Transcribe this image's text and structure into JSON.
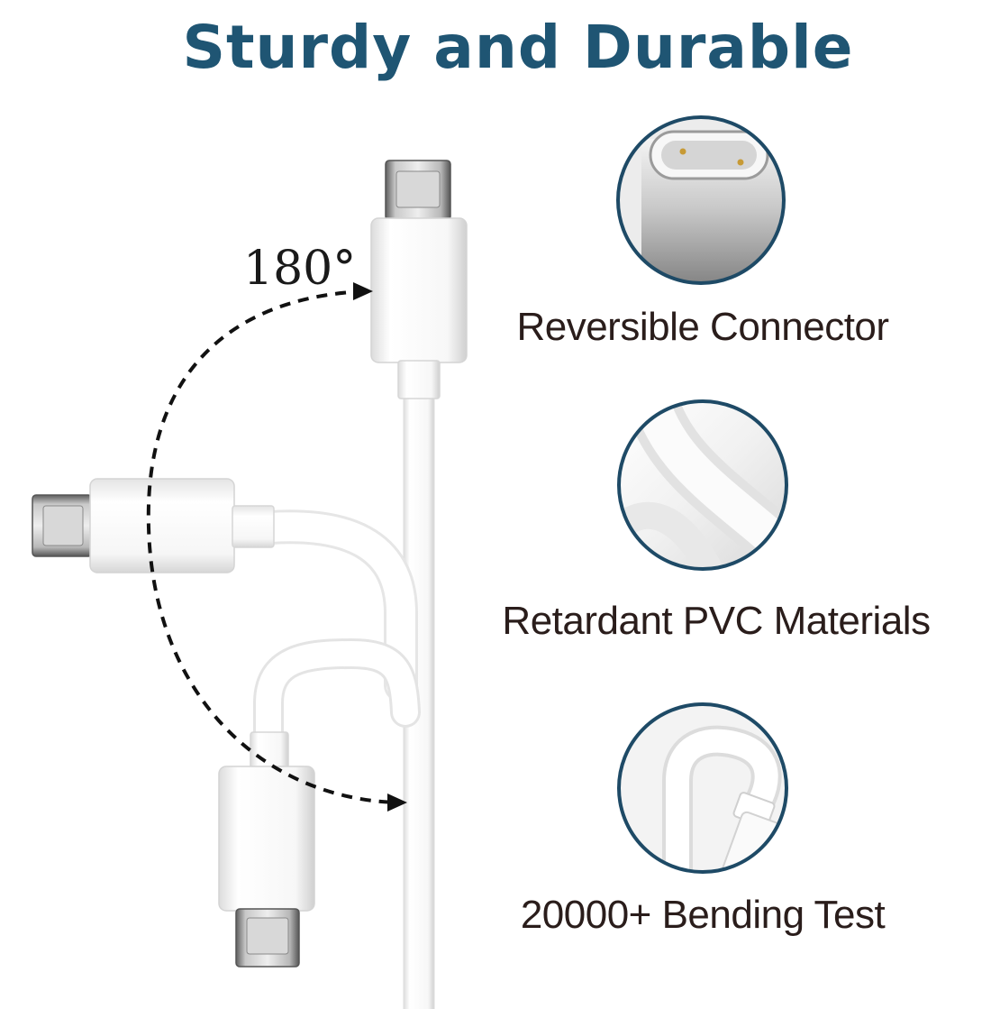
{
  "title": "Sturdy and Durable",
  "angle_label": "180°",
  "features": [
    {
      "label": "Reversible Connector",
      "icon": "usb-c-port-closeup"
    },
    {
      "label": "Retardant PVC Materials",
      "icon": "pvc-cable-closeup"
    },
    {
      "label": "20000+ Bending Test",
      "icon": "bent-cable-closeup"
    }
  ],
  "colors": {
    "title": "#1f5573",
    "label_text": "#2a1d1b",
    "badge_ring": "#1e4a66",
    "cable": "#ffffff",
    "connector_metal": "#9a9a9a"
  }
}
